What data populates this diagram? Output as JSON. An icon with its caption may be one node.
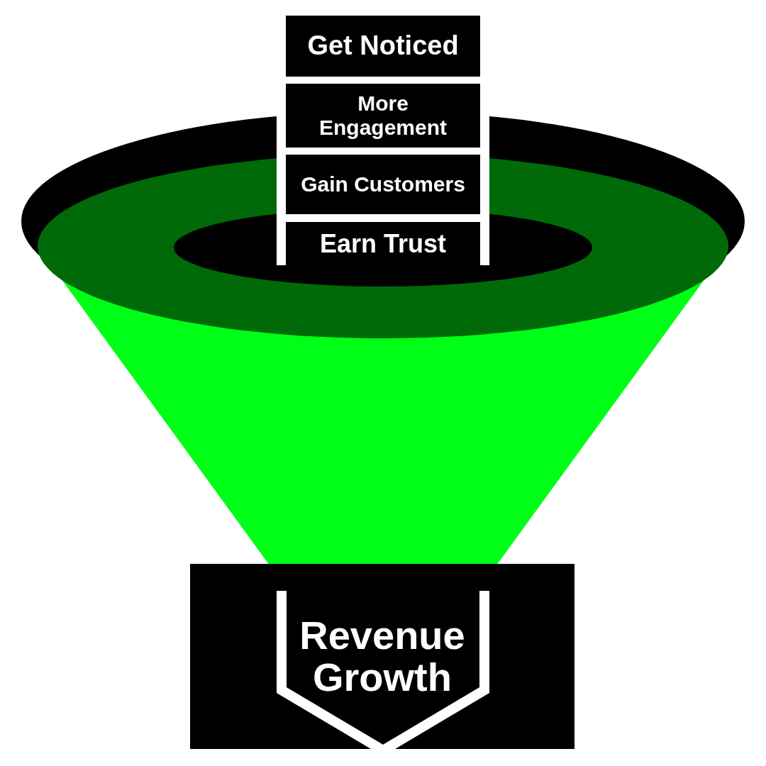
{
  "diagram": {
    "nodes": [
      {
        "text": [
          "Get Noticed"
        ]
      },
      {
        "text": [
          "More Engagement"
        ]
      },
      {
        "text": [
          "Gain Customers"
        ]
      },
      {
        "text": [
          "Earn Trust"
        ]
      },
      {
        "text": [
          "Revenue Growth"
        ]
      }
    ],
    "edges": []
  }
}
